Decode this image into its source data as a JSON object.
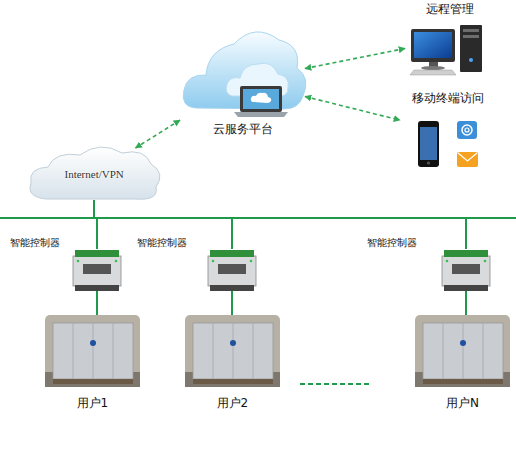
{
  "diagram": {
    "nodes": [
      {
        "text": [
          "远程管理"
        ]
      },
      {
        "text": [
          "云服务平台"
        ]
      },
      {
        "text": [
          "移动终端访问"
        ]
      },
      {
        "text": [
          "Internet/VPN"
        ]
      },
      {
        "text": [
          "智能控制器"
        ]
      },
      {
        "text": [
          "智能控制器"
        ]
      },
      {
        "text": [
          "智能控制器"
        ]
      },
      {
        "text": [
          "用户1"
        ]
      },
      {
        "text": [
          "用户2"
        ]
      },
      {
        "text": [
          "用户N"
        ]
      }
    ],
    "edges": [
      {
        "from": 1,
        "to": 3,
        "arrow": "both"
      },
      {
        "from": 1,
        "to": 0,
        "arrow": "both"
      },
      {
        "from": 1,
        "to": 2,
        "arrow": "both"
      },
      {
        "from": 3,
        "to": 4,
        "arrow": "none"
      },
      {
        "from": 3,
        "to": 5,
        "arrow": "none"
      },
      {
        "from": 3,
        "to": 6,
        "arrow": "none"
      },
      {
        "from": 4,
        "to": 7,
        "arrow": "none"
      },
      {
        "from": 5,
        "to": 8,
        "arrow": "none"
      },
      {
        "from": 6,
        "to": 9,
        "arrow": "none"
      }
    ]
  }
}
